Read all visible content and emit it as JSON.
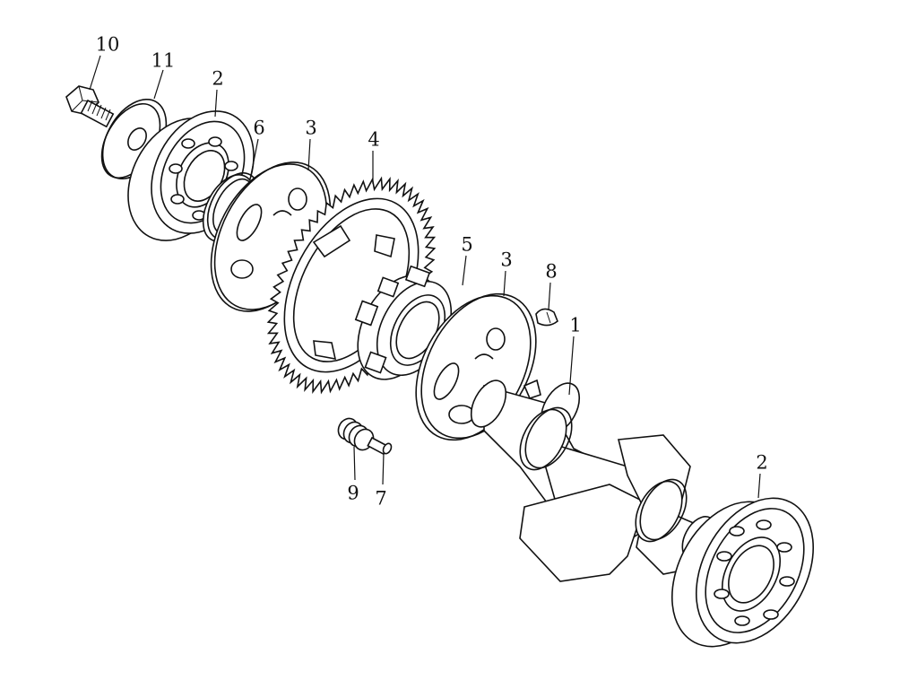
{
  "callouts": [
    {
      "key": "c10",
      "label": "10"
    },
    {
      "key": "c11",
      "label": "11"
    },
    {
      "key": "c2a",
      "label": "2"
    },
    {
      "key": "c6",
      "label": "6"
    },
    {
      "key": "c3a",
      "label": "3"
    },
    {
      "key": "c4",
      "label": "4"
    },
    {
      "key": "c5",
      "label": "5"
    },
    {
      "key": "c3b",
      "label": "3"
    },
    {
      "key": "c8",
      "label": "8"
    },
    {
      "key": "c1",
      "label": "1"
    },
    {
      "key": "c9",
      "label": "9"
    },
    {
      "key": "c7",
      "label": "7"
    },
    {
      "key": "c2b",
      "label": "2"
    }
  ],
  "colors": {
    "line": "#111111",
    "background": "#ffffff"
  }
}
